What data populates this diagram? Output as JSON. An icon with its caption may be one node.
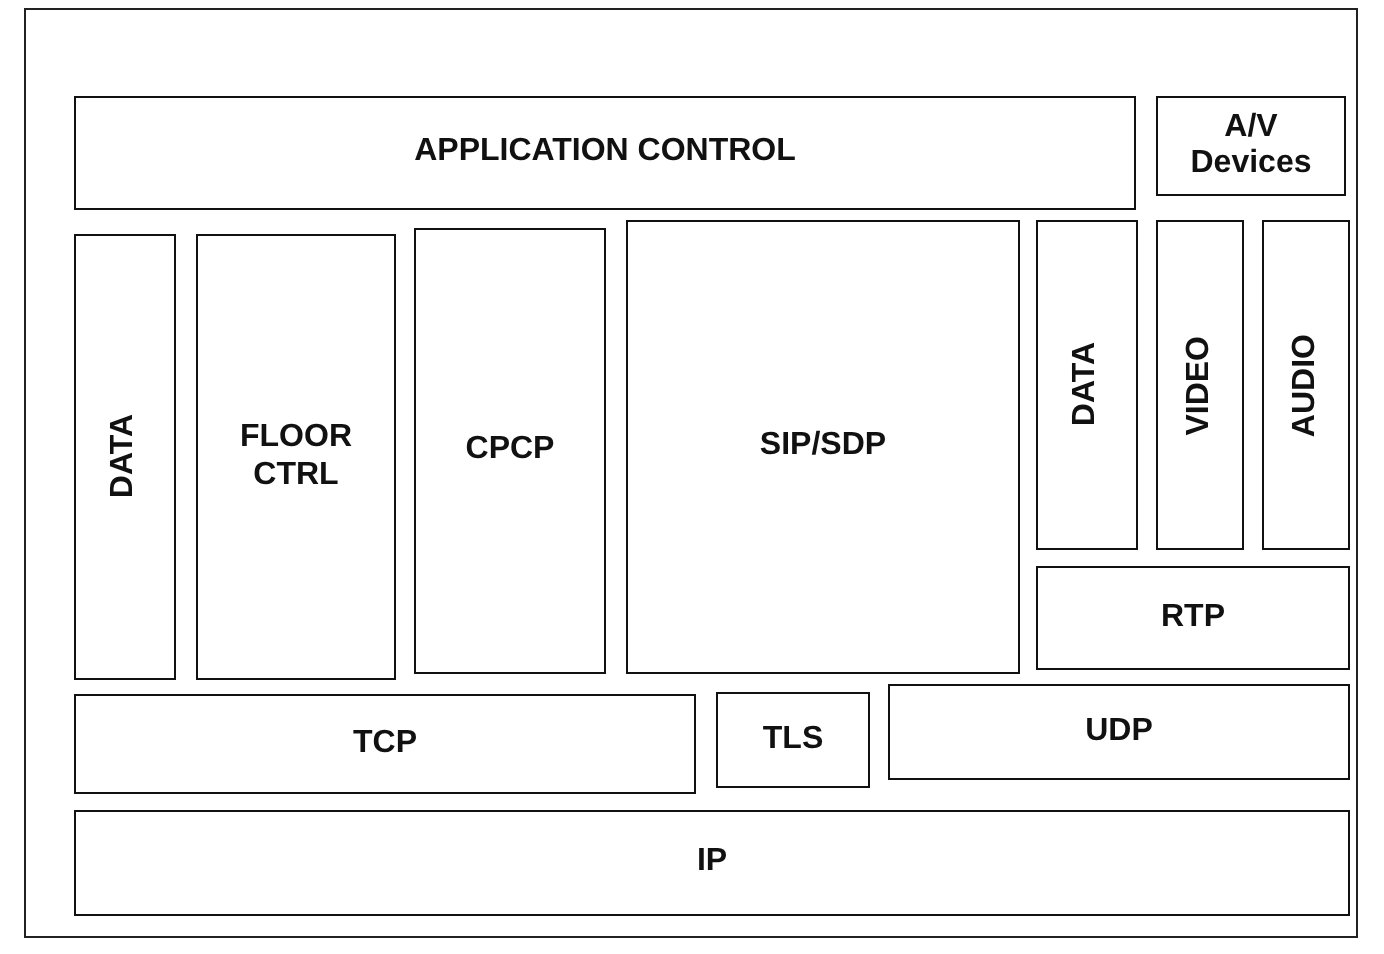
{
  "diagram": {
    "nodes": [
      {
        "text": [
          "APPLICATION CONTROL"
        ]
      },
      {
        "text": [
          "A/V Devices"
        ]
      },
      {
        "text": [
          "DATA"
        ]
      },
      {
        "text": [
          "FLOOR CTRL"
        ]
      },
      {
        "text": [
          "CPCP"
        ]
      },
      {
        "text": [
          "SIP/SDP"
        ]
      },
      {
        "text": [
          "DATA"
        ]
      },
      {
        "text": [
          "VIDEO"
        ]
      },
      {
        "text": [
          "AUDIO"
        ]
      },
      {
        "text": [
          "RTP"
        ]
      },
      {
        "text": [
          "TCP"
        ]
      },
      {
        "text": [
          "TLS"
        ]
      },
      {
        "text": [
          "UDP"
        ]
      },
      {
        "text": [
          "IP"
        ]
      }
    ]
  }
}
